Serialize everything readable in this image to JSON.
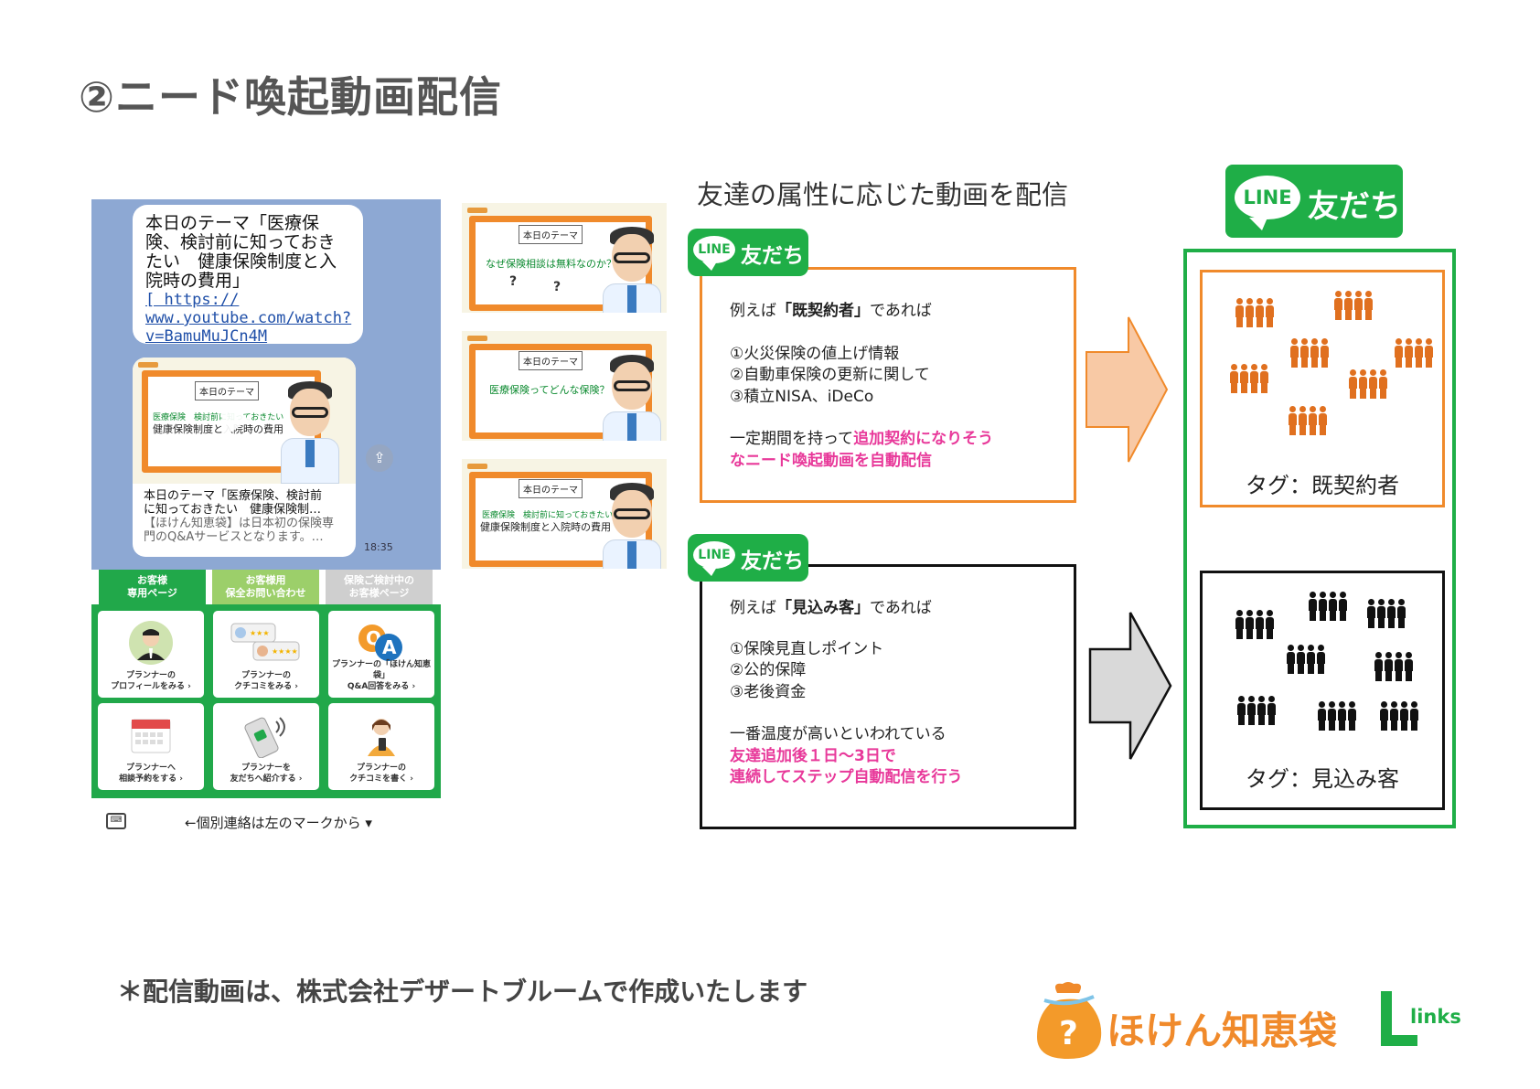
{
  "title": "②ニード喚起動画配信",
  "chat": {
    "bubble_lines": [
      "本日のテーマ「医療保",
      "険、検討前に知っておき",
      "たい　健康保険制度と入",
      "院時の費用」"
    ],
    "bubble_link_lines": [
      "[ https://",
      "www.youtube.com/watch?",
      "v=BamuMuJCn4M"
    ],
    "card_board_theme": "本日のテーマ",
    "card_board_green": "医療保険　検討前に知っておきたい",
    "card_board_black": "健康保険制度と入院時の費用",
    "card_text_lines": [
      "本日のテーマ「医療保険、検討前",
      "に知っておきたい　健康保険制…"
    ],
    "card_sub_lines": [
      "【ほけん知恵袋】は日本初の保険専",
      "門のQ&Aサービスとなります。…"
    ],
    "time": "18:35"
  },
  "menu": {
    "tabs": [
      {
        "line1": "お客様",
        "line2": "専用ページ",
        "color": "#21a84a"
      },
      {
        "line1": "お客様用",
        "line2": "保全お問い合わせ",
        "color": "#9ccf6a"
      },
      {
        "line1": "保険ご検討中の",
        "line2": "お客様ページ",
        "color": "#cfcfcf"
      }
    ],
    "tiles": [
      {
        "line1": "プランナーの",
        "line2": "プロフィールをみる ›"
      },
      {
        "line1": "プランナーの",
        "line2": "クチコミをみる ›"
      },
      {
        "line1": "プランナーの「ほけん知恵袋」",
        "line2": "Q&A回答をみる ›"
      },
      {
        "line1": "プランナーへ",
        "line2": "相談予約をする ›"
      },
      {
        "line1": "プランナーを",
        "line2": "友だちへ紹介する ›"
      },
      {
        "line1": "プランナーの",
        "line2": "クチコミを書く ›"
      }
    ],
    "qa_q": "Q",
    "qa_a": "A",
    "footer_hint": "←個別連絡は左のマークから ▾"
  },
  "videos": [
    {
      "theme": "本日のテーマ",
      "question": "なぜ保険相談は無料なのか？",
      "qmark1": "?",
      "qmark2": "?"
    },
    {
      "theme": "本日のテーマ",
      "question": "医療保険ってどんな保険？"
    },
    {
      "theme": "本日のテーマ",
      "green": "医療保険　検討前に知っておきたい",
      "black": "健康保険制度と入院時の費用"
    }
  ],
  "middle": {
    "heading": "友達の属性に応じた動画を配信",
    "badge_line": "LINE",
    "badge_friend": "友だち",
    "box1": {
      "intro_pre": "例えば",
      "intro_bold": "「既契約者」",
      "intro_post": "であれば",
      "items": [
        "①火災保険の値上げ情報",
        "②自動車保険の更新に関して",
        "③積立NISA、iDeCo"
      ],
      "outro_pre": "一定期間を持って",
      "outro_pink1": "追加契約になりそう",
      "outro_pink2": "なニード喚起動画を自動配信"
    },
    "box2": {
      "intro_pre": "例えば",
      "intro_bold": "「見込み客」",
      "intro_post": "であれば",
      "items": [
        "①保険見直しポイント",
        "②公的保障",
        "③老後資金"
      ],
      "outro_pre": "一番温度が高いといわれている",
      "outro_pink1": "友達追加後１日～3日で",
      "outro_pink2": "連続してステップ自動配信を行う"
    }
  },
  "right": {
    "badge_line": "LINE",
    "badge_friend": "友だち",
    "tag1": "タグ：既契約者",
    "tag2": "タグ：見込み客"
  },
  "footnote": "＊配信動画は、株式会社デザートブルームで作成いたします",
  "brand": {
    "hoken": "ほけん知恵袋",
    "bag_mark": "?",
    "links": "links"
  },
  "colors": {
    "orange": "#f08a2b",
    "green": "#1fae47",
    "pink": "#e8399a",
    "people_orange": "#e0701f",
    "black": "#111111"
  }
}
